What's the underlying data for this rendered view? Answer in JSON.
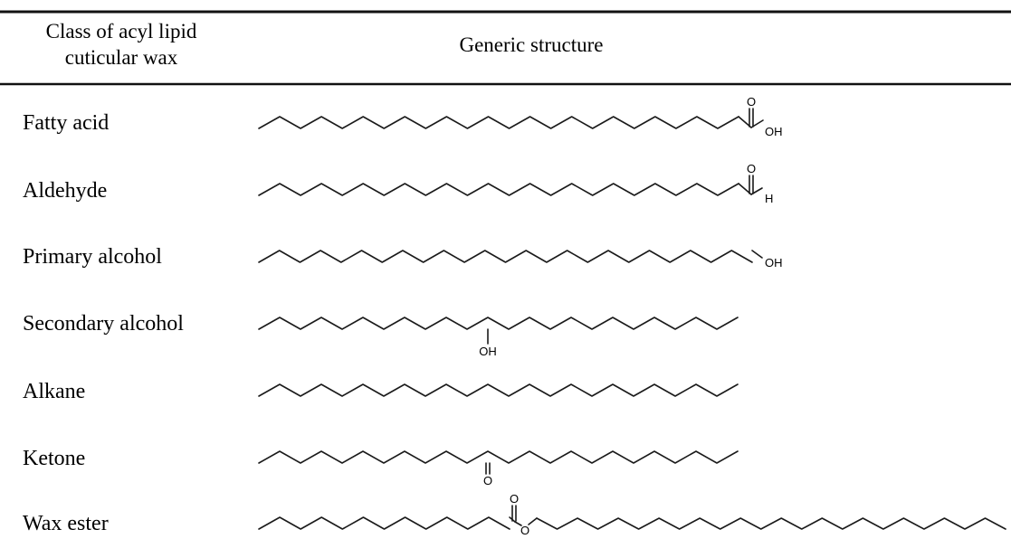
{
  "header": {
    "class_col_lines": [
      "Class of  acyl lipid",
      "cuticular wax"
    ],
    "structure_col": "Generic structure"
  },
  "rows": [
    {
      "label": "Fatty acid",
      "structure": "carboxylic-acid",
      "atoms": [
        "O",
        "OH"
      ]
    },
    {
      "label": "Aldehyde",
      "structure": "aldehyde",
      "atoms": [
        "O",
        "H"
      ]
    },
    {
      "label": "Primary alcohol",
      "structure": "primary-alcohol",
      "atoms": [
        "OH"
      ]
    },
    {
      "label": "Secondary alcohol",
      "structure": "secondary-alcohol",
      "atoms": [
        "OH"
      ]
    },
    {
      "label": "Alkane",
      "structure": "alkane",
      "atoms": []
    },
    {
      "label": "Ketone",
      "structure": "ketone",
      "atoms": [
        "O"
      ]
    },
    {
      "label": "Wax ester",
      "structure": "ester",
      "atoms": [
        "O",
        "O"
      ]
    }
  ],
  "colors": {
    "ink": "#1a1a1a",
    "rule": "#111111",
    "background": "#ffffff"
  }
}
